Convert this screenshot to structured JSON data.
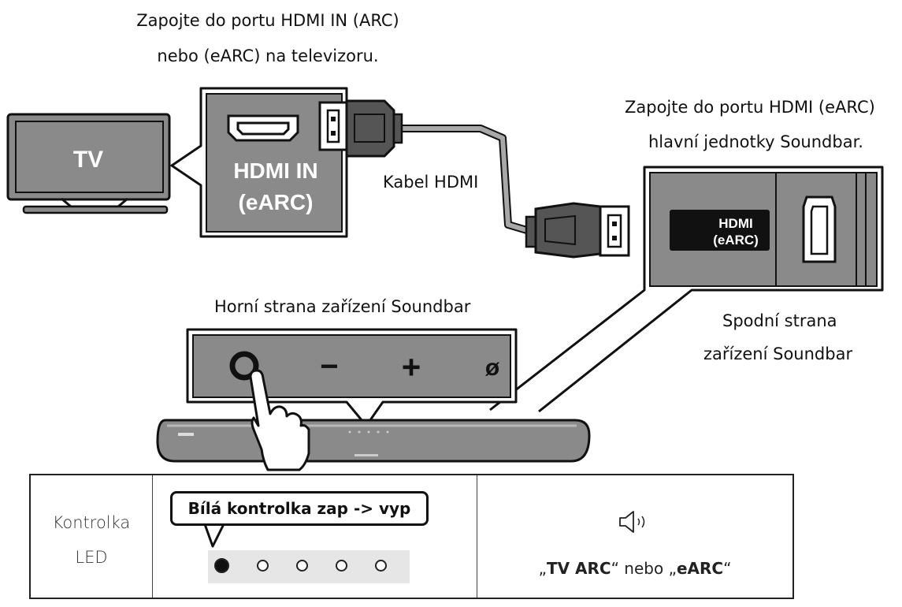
{
  "labels": {
    "tv_port_caption_line1": "Zapojte do portu HDMI IN (ARC)",
    "tv_port_caption_line2": "nebo (eARC) na televizoru.",
    "tv": "TV",
    "tv_port_line1": "HDMI IN",
    "tv_port_line2": "(eARC)",
    "cable": "Kabel HDMI",
    "sb_port_caption_line1": "Zapojte do portu HDMI (eARC)",
    "sb_port_caption_line2": "hlavní jednotky Soundbar.",
    "sb_port_line1": "HDMI",
    "sb_port_line2": "(eARC)",
    "bottom_side_line1": "Spodní strana",
    "bottom_side_line2": "zařízení Soundbar",
    "top_side": "Horní strana zařízení Soundbar",
    "btn_minus": "−",
    "btn_plus": "+",
    "btn_mic": "ø"
  },
  "table": {
    "led_label_line1": "Kontrolka",
    "led_label_line2": "LED",
    "callout": "Bílá kontrolka zap -> vyp",
    "leds": [
      "on",
      "off",
      "off",
      "off",
      "off"
    ],
    "speaker_icon": "speaker-sound-icon",
    "announce_q1": "„",
    "announce_term1": "TV ARC",
    "announce_mid": "“ nebo „",
    "announce_term2": "eARC",
    "announce_q2": "“"
  },
  "colors": {
    "panel_gray": "#8a8a8a",
    "line": "#111111",
    "cable_gray": "#a8a8a8"
  }
}
